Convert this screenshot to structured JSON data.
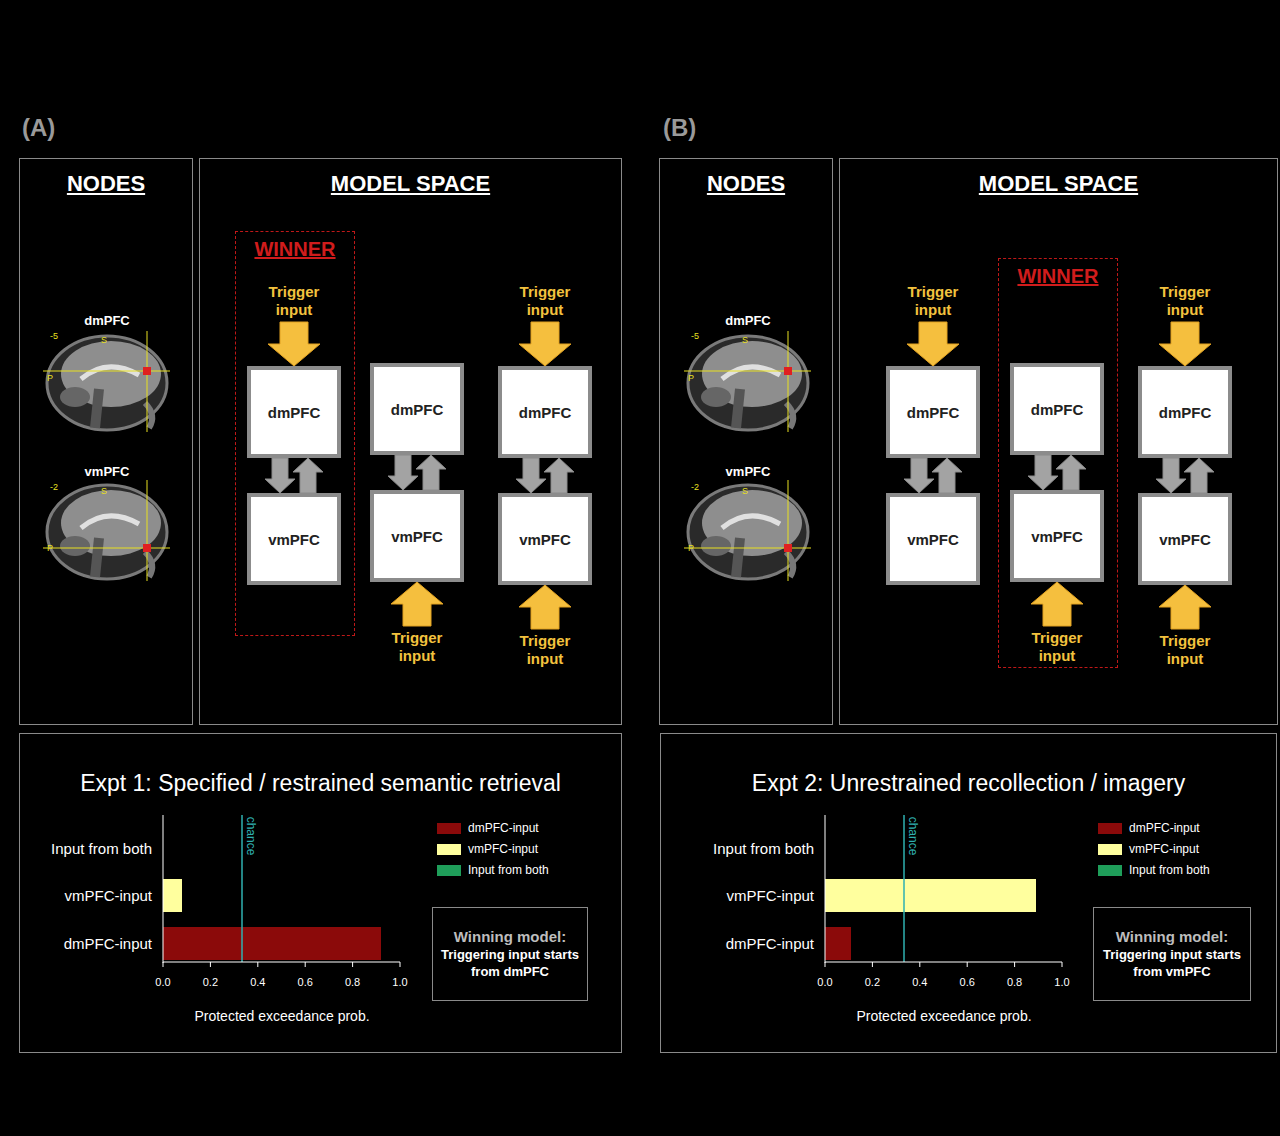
{
  "diagram": {
    "nodes": [
      {
        "text": [
          "NODES"
        ]
      },
      {
        "text": [
          "MODEL SPACE"
        ]
      },
      {
        "text": [
          "WINNER"
        ],
        "in": 1
      },
      {
        "text": [
          "dmPFC"
        ],
        "in": 2
      },
      {
        "text": [
          "vmPFC"
        ],
        "in": 2
      },
      {
        "text": [
          "dmPFC"
        ],
        "in": 1
      },
      {
        "text": [
          "vmPFC"
        ],
        "in": 1
      },
      {
        "text": [
          "dmPFC"
        ],
        "in": 1
      },
      {
        "text": [
          "vmPFC"
        ],
        "in": 1
      },
      {
        "text": [
          "Expt 1: Specified / restrained semantic retrieval"
        ]
      },
      {
        "text": [
          "Winning model:",
          "Triggering input starts from dmPFC"
        ],
        "in": 9
      },
      {
        "text": [
          "NODES"
        ]
      },
      {
        "text": [
          "MODEL SPACE"
        ]
      },
      {
        "text": [
          "dmPFC"
        ],
        "in": 12
      },
      {
        "text": [
          "vmPFC"
        ],
        "in": 12
      },
      {
        "text": [
          "WINNER"
        ],
        "in": 12
      },
      {
        "text": [
          "dmPFC"
        ],
        "in": 15
      },
      {
        "text": [
          "vmPFC"
        ],
        "in": 15
      },
      {
        "text": [
          "dmPFC"
        ],
        "in": 12
      },
      {
        "text": [
          "vmPFC"
        ],
        "in": 12
      },
      {
        "text": [
          "Expt 2: Unrestrained recollection / imagery"
        ]
      },
      {
        "text": [
          "Winning model:",
          "Triggering input starts from vmPFC"
        ],
        "in": 20
      }
    ],
    "edges": [
      {
        "from": 3,
        "to": 4,
        "arrow": "to"
      },
      {
        "from": 4,
        "to": 3,
        "arrow": "to"
      },
      {
        "from": 5,
        "to": 6,
        "arrow": "to"
      },
      {
        "from": 6,
        "to": 5,
        "arrow": "to"
      },
      {
        "from": 7,
        "to": 8,
        "arrow": "to"
      },
      {
        "from": 8,
        "to": 7,
        "arrow": "to"
      },
      {
        "from": 13,
        "to": 14,
        "arrow": "to"
      },
      {
        "from": 14,
        "to": 13,
        "arrow": "to"
      },
      {
        "from": 16,
        "to": 17,
        "arrow": "to"
      },
      {
        "from": 17,
        "to": 16,
        "arrow": "to"
      },
      {
        "from": 18,
        "to": 19,
        "arrow": "to"
      },
      {
        "from": 19,
        "to": 18,
        "arrow": "to"
      }
    ],
    "labels": [
      "(A)",
      "dmPFC",
      "-5",
      "S",
      "P",
      "vmPFC",
      "-2",
      "S",
      "P",
      "Trigger input",
      "Trigger input",
      "Trigger input",
      "Trigger input",
      "Input from both",
      "vmPFC-input",
      "dmPFC-input",
      "chance",
      "0.0",
      "0.2",
      "0.4",
      "0.6",
      "0.8",
      "1.0",
      "Protected exceedance prob.",
      "(B)",
      "dmPFC",
      "-5",
      "S",
      "P",
      "vmPFC",
      "-2",
      "S",
      "P",
      "Trigger input",
      "Trigger input",
      "Trigger input",
      "Trigger input",
      "Input from both",
      "vmPFC-input",
      "dmPFC-input",
      "chance",
      "0.0",
      "0.2",
      "0.4",
      "0.6",
      "0.8",
      "1.0",
      "Protected exceedance prob."
    ],
    "legend": [
      {
        "text": "dmPFC-input",
        "color": "#8b0a0a"
      },
      {
        "text": "vmPFC-input",
        "color": "#ffff9e"
      },
      {
        "text": "Input from both",
        "color": "#1f9e5a"
      },
      {
        "text": "dmPFC-input",
        "color": "#8b0a0a"
      },
      {
        "text": "vmPFC-input",
        "color": "#ffff9e"
      },
      {
        "text": "Input from both",
        "color": "#1f9e5a"
      }
    ]
  }
}
